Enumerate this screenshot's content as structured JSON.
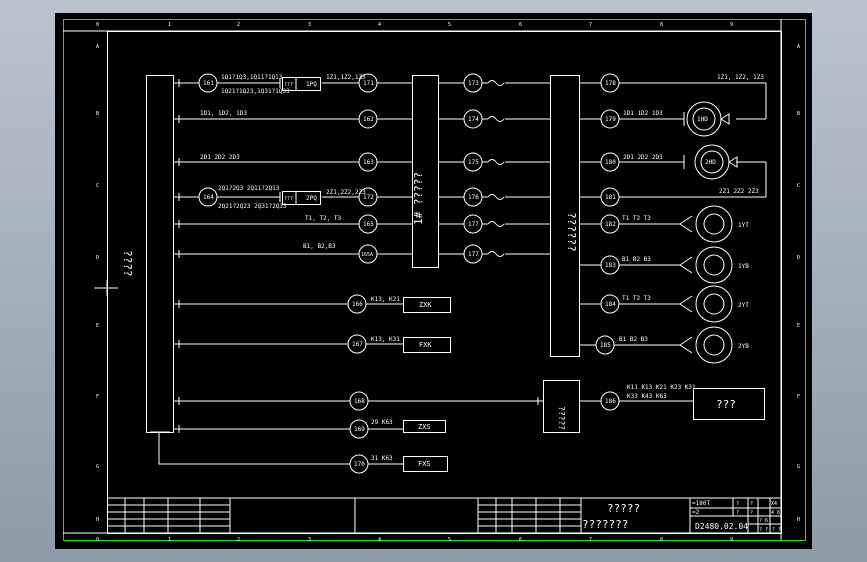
{
  "frame": {
    "cols_top": [
      "0",
      "1",
      "2",
      "3",
      "4",
      "5",
      "6",
      "7",
      "8",
      "9"
    ],
    "cols_bottom": [
      "0",
      "1",
      "2",
      "3",
      "4",
      "5",
      "6",
      "7",
      "8",
      "9"
    ],
    "rows_left": [
      "A",
      "B",
      "C",
      "D",
      "E",
      "F",
      "G",
      "H"
    ],
    "rows_right": [
      "A",
      "B",
      "C",
      "D",
      "E",
      "F",
      "G",
      "H"
    ]
  },
  "blocks": {
    "left_terminal": "????",
    "mid_terminal": "1# ?????",
    "right_terminal": "??????",
    "lower_box": "?????",
    "output_box": "???"
  },
  "left_nodes": {
    "n161": "161",
    "n162": "162",
    "n163": "163",
    "n164": "164",
    "n165": "165",
    "n165a": "165A",
    "n166": "166",
    "n167": "167",
    "n168": "168",
    "n169": "169",
    "n170": "170"
  },
  "mid_nodes": {
    "n171": "171",
    "n172": "172",
    "n173": "173",
    "n174": "174",
    "n175": "175",
    "n176": "176",
    "n177a": "177",
    "n177b": "177"
  },
  "right_nodes": {
    "n178": "178",
    "n179": "179",
    "n180": "180",
    "n181": "181",
    "n182": "182",
    "n183": "183",
    "n184": "184",
    "n185": "185",
    "n186": "186"
  },
  "labels": {
    "l161a": "1Q1?1Q3,1Q11?1Q13",
    "l161b": "1Q21?1Q23,1Q31?1Q33",
    "l161r": "1PQ",
    "l161q": "???",
    "l171": "1Z1,1Z2,1Z3",
    "l162": "1D1, 1D2, 1D3",
    "l163": "2D1 2D2 2D3",
    "l164a": "2Q1?2Q3   2Q11?2Q13",
    "l164b": "2Q21?2Q23   2Q31?2Q33",
    "l164r": "2PQ",
    "l164q": "???",
    "l172": "2Z1,2Z2,2Z3",
    "l165": "T1, T2, T3",
    "l165a": "B1, B2,B3",
    "l166": "K13, K21",
    "b166": "ZXK",
    "l167": "K13, K31",
    "b167": "FXK",
    "l169": "29   K63",
    "b169": "ZXS",
    "l170": "31   K63",
    "b170": "FXS",
    "r178": "1Z1, 1Z2, 1Z3",
    "r179": "1D1 1D2 1D3",
    "m179": "1HD",
    "r180": "2D1 2D2 2D3",
    "m180": "2HD",
    "r181": "2Z1 2Z2 2Z3",
    "r182": "T1 T2 T3",
    "m182": "1YT",
    "r183": "B1 B2 B3",
    "m183": "1YB",
    "r184": "T1 T2 T3",
    "m184": "2YT",
    "r185": "B1 B2 B3",
    "m185": "2YB",
    "r186a": "K11 K13 K21 K23 K31",
    "r186b": "K33 K43 K63"
  },
  "title_block": {
    "name1": "?????",
    "name2": "???????",
    "drawing_no": "D2480.02.04",
    "scale": "=180T",
    "qty": "=2",
    "sheet_marks": [
      "X4",
      "?",
      "?",
      "?",
      "?",
      "4 6",
      "? 6",
      "? ?",
      "? ?"
    ]
  }
}
